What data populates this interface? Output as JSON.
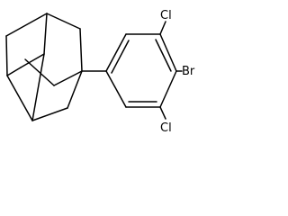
{
  "molecule": {
    "atom_labels": {
      "chlorine_top": "Cl",
      "bromine": "Br",
      "chlorine_bottom": "Cl"
    },
    "colors": {
      "bond": "#000000",
      "label": "#000000",
      "background": "#ffffff"
    }
  }
}
